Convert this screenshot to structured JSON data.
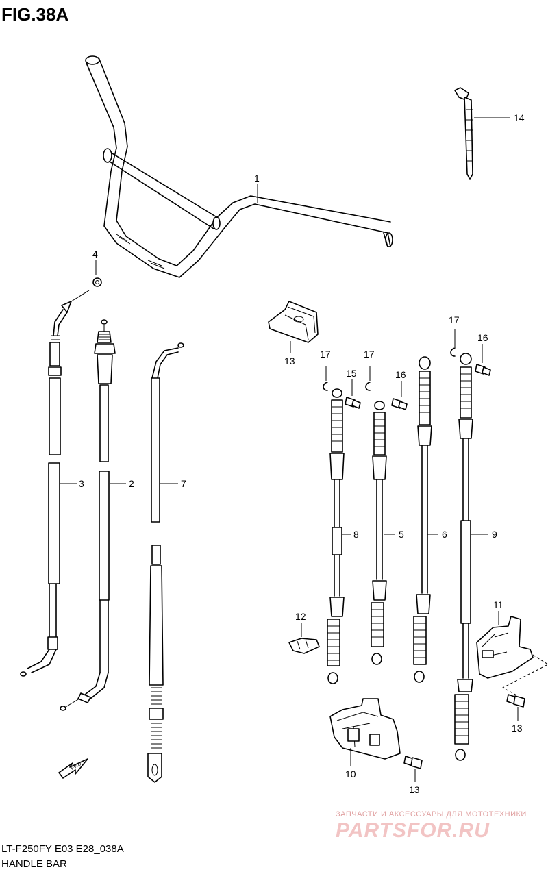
{
  "figure": {
    "title": "FIG.38A",
    "model_code": "LT-F250FY E03 E28_038A",
    "section": "HANDLE BAR",
    "fwd_label": "FWD"
  },
  "watermark": {
    "tagline": "ЗАПЧАСТИ И АКСЕССУАРЫ ДЛЯ МОТОТЕХНИКИ",
    "brand": "PARTSFOR.RU"
  },
  "callouts": [
    {
      "id": "c1",
      "label": "1"
    },
    {
      "id": "c2",
      "label": "2"
    },
    {
      "id": "c3",
      "label": "3"
    },
    {
      "id": "c4",
      "label": "4"
    },
    {
      "id": "c5",
      "label": "5"
    },
    {
      "id": "c6",
      "label": "6"
    },
    {
      "id": "c7",
      "label": "7"
    },
    {
      "id": "c8",
      "label": "8"
    },
    {
      "id": "c9",
      "label": "9"
    },
    {
      "id": "c10",
      "label": "10"
    },
    {
      "id": "c11",
      "label": "11"
    },
    {
      "id": "c12",
      "label": "12"
    },
    {
      "id": "c13a",
      "label": "13"
    },
    {
      "id": "c13b",
      "label": "13"
    },
    {
      "id": "c14",
      "label": "14"
    },
    {
      "id": "c15",
      "label": "15"
    },
    {
      "id": "c16a",
      "label": "16"
    },
    {
      "id": "c16b",
      "label": "16"
    },
    {
      "id": "c16c",
      "label": "16"
    },
    {
      "id": "c17a",
      "label": "17"
    },
    {
      "id": "c17b",
      "label": "17"
    },
    {
      "id": "c17c",
      "label": "17"
    }
  ]
}
